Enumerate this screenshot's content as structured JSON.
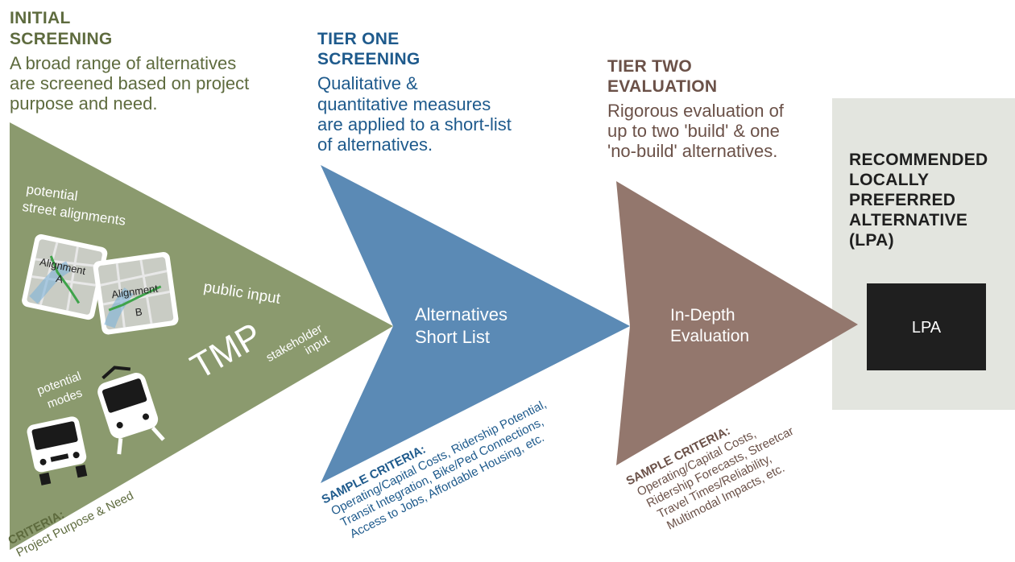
{
  "colors": {
    "initial": "#5e6b3e",
    "initial_fill": "#8b9a6e",
    "tier_one": "#1e5a8c",
    "tier_one_fill": "#5b8ab5",
    "tier_two": "#6b5148",
    "tier_two_fill": "#93776d",
    "lpa_panel": "#e3e5df",
    "lpa_box": "#1f1f1f"
  },
  "stages": {
    "initial": {
      "heading": [
        "INITIAL",
        "SCREENING"
      ],
      "description": [
        "A broad range of alternatives",
        "are screened based on project",
        "purpose and need."
      ],
      "labels": {
        "street_alignments": [
          "potential",
          "street alignments"
        ],
        "alignment_a": [
          "Alignment",
          "A"
        ],
        "alignment_b": [
          "Alignment",
          "B"
        ],
        "public_input": "public input",
        "tmp": "TMP",
        "stakeholder_input": [
          "stakeholder",
          "input"
        ],
        "modes": [
          "potential",
          "modes"
        ]
      },
      "criteria_label": "CRITERIA:",
      "criteria": [
        "Project Purpose & Need"
      ]
    },
    "tier_one": {
      "heading": [
        "TIER ONE",
        "SCREENING"
      ],
      "description": [
        "Qualitative &",
        "quantitative measures",
        "are applied to a short-list",
        "of alternatives."
      ],
      "center": [
        "Alternatives",
        "Short List"
      ],
      "criteria_label": "SAMPLE CRITERIA:",
      "criteria": [
        "Operating/Capital Costs, Ridership Potential,",
        "Transit Integration, Bike/Ped Connections,",
        "Access to Jobs, Affordable Housing, etc."
      ]
    },
    "tier_two": {
      "heading": [
        "TIER TWO",
        "EVALUATION"
      ],
      "description": [
        "Rigorous evaluation of",
        "up to two 'build' & one",
        "'no-build' alternatives."
      ],
      "center": [
        "In-Depth",
        "Evaluation"
      ],
      "criteria_label": "SAMPLE CRITERIA:",
      "criteria": [
        "Operating/Capital Costs,",
        "Ridership Forecasts, Streetcar",
        "Travel Times/Reliability,",
        "Multimodal Impacts, etc."
      ]
    },
    "lpa": {
      "heading": [
        "RECOMMENDED",
        "LOCALLY",
        "PREFERRED",
        "ALTERNATIVE",
        "(LPA)"
      ],
      "box_label": "LPA"
    }
  }
}
